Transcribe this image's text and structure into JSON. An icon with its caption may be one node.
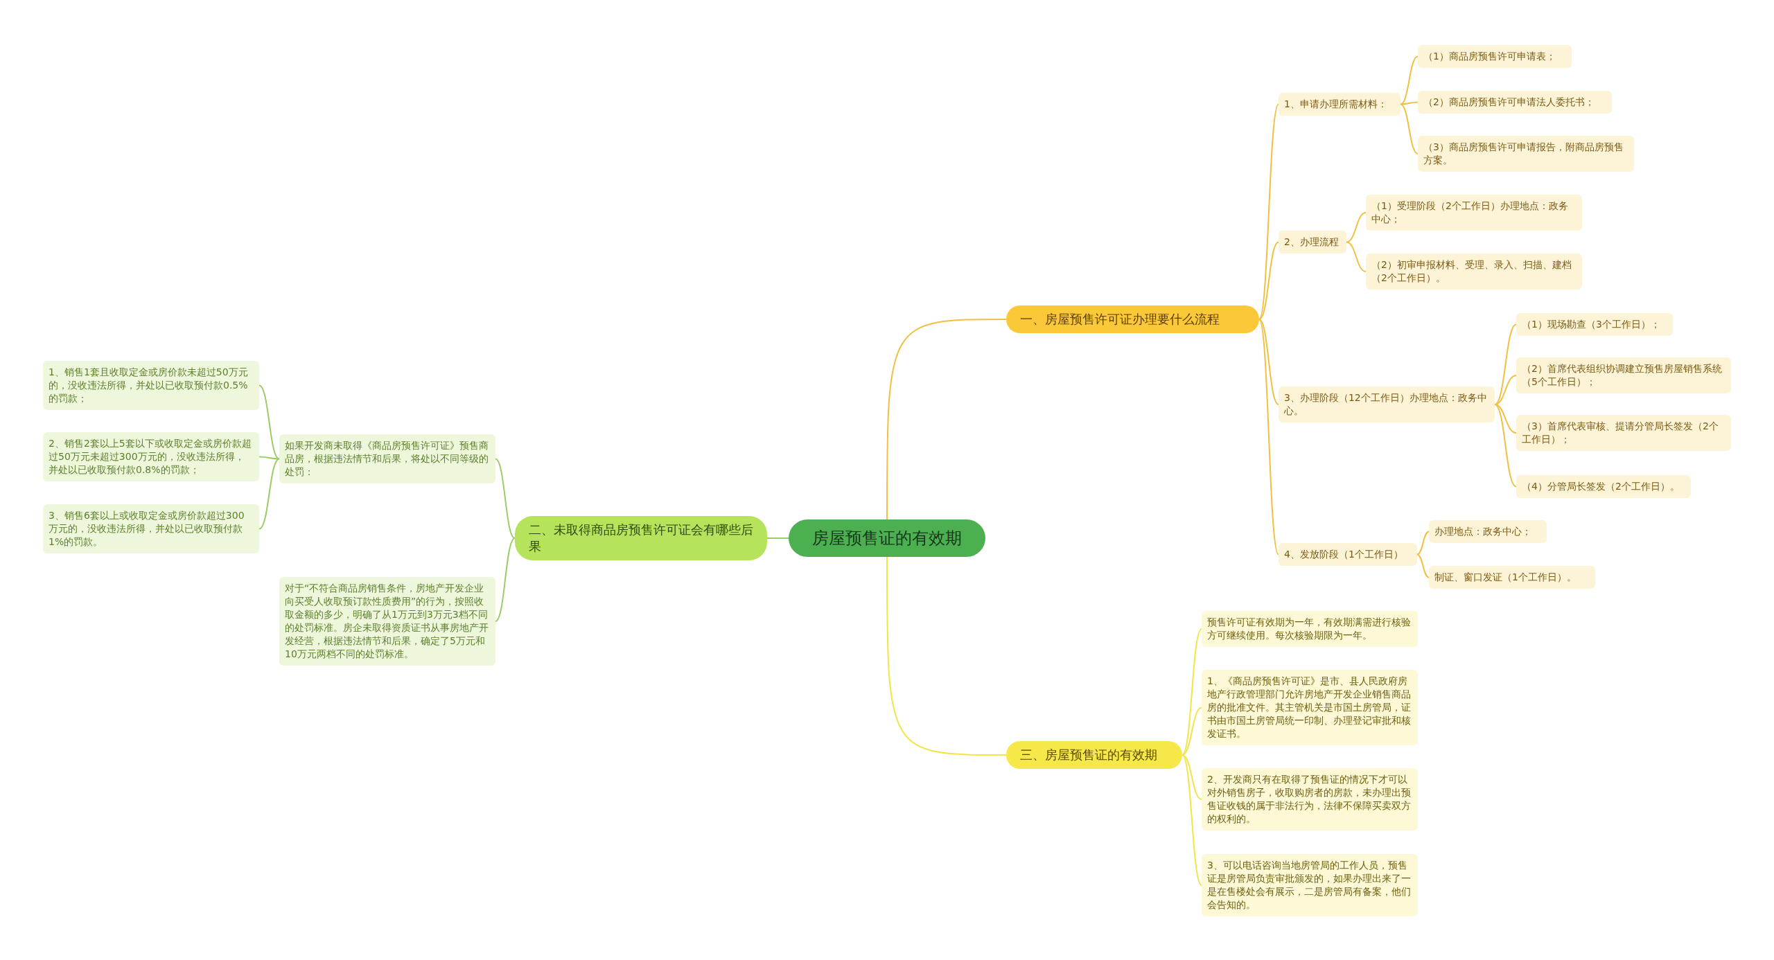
{
  "diagram": {
    "nodes": [
      {
        "text": [
          "房屋预售证的有效期"
        ]
      },
      {
        "text": [
          "一、房屋预售许可证办理要什么流程"
        ]
      },
      {
        "text": [
          "1、申请办理所需材料："
        ]
      },
      {
        "text": [
          "（1）商品房预售许可申请表；"
        ]
      },
      {
        "text": [
          "（2）商品房预售许可申请法人委托书；"
        ]
      },
      {
        "text": [
          "（3）商品房预售许可申请报告，附商品房预售方案。"
        ]
      },
      {
        "text": [
          "2、办理流程"
        ]
      },
      {
        "text": [
          "（1）受理阶段（2个工作日）办理地点：政务中心；"
        ]
      },
      {
        "text": [
          "（2）初审申报材料、受理、录入、扫描、建档（2个工作日）。"
        ]
      },
      {
        "text": [
          "3、办理阶段（12个工作日）办理地点：政务中心。"
        ]
      },
      {
        "text": [
          "（1）现场勘查（3个工作日）；"
        ]
      },
      {
        "text": [
          "（2）首席代表组织协调建立预售房屋销售系统（5个工作日）；"
        ]
      },
      {
        "text": [
          "（3）首席代表审核、提请分管局长签发（2个工作日）；"
        ]
      },
      {
        "text": [
          "（4）分管局长签发（2个工作日）。"
        ]
      },
      {
        "text": [
          "4、发放阶段（1个工作日）"
        ]
      },
      {
        "text": [
          "办理地点：政务中心；"
        ]
      },
      {
        "text": [
          "制证、窗口发证（1个工作日）。"
        ]
      },
      {
        "text": [
          "二、未取得商品房预售许可证会有哪些后果"
        ]
      },
      {
        "text": [
          "如果开发商未取得《商品房预售许可证》预售商品房，根据违法情节和后果，将处以不同等级的处罚："
        ]
      },
      {
        "text": [
          "1、销售1套且收取定金或房价款未超过50万元的，没收违法所得，并处以已收取预付款0.5%的罚款；"
        ]
      },
      {
        "text": [
          "2、销售2套以上5套以下或收取定金或房价款超过50万元未超过300万元的，没收违法所得，并处以已收取预付款0.8%的罚款；"
        ]
      },
      {
        "text": [
          "3、销售6套以上或收取定金或房价款超过300万元的，没收违法所得，并处以已收取预付款1%的罚款。"
        ]
      },
      {
        "text": [
          "对于“不符合商品房销售条件，房地产开发企业向买受人收取预订款性质费用”的行为，按照收取金额的多少，明确了从1万元到3万元3档不同的处罚标准。房企未取得资质证书从事房地产开发经营，根据违法情节和后果，确定了5万元和10万元两档不同的处罚标准。"
        ]
      },
      {
        "text": [
          "三、房屋预售证的有效期"
        ]
      },
      {
        "text": [
          "预售许可证有效期为一年，有效期满需进行核验方可继续使用。每次核验期限为一年。"
        ]
      },
      {
        "text": [
          "1、《商品房预售许可证》是市、县人民政府房地产行政管理部门允许房地产开发企业销售商品房的批准文件。其主管机关是市国土房管局，证书由市国土房管局统一印制、办理登记审批和核发证书。"
        ]
      },
      {
        "text": [
          "2、开发商只有在取得了预售证的情况下才可以对外销售房子，收取购房者的房款，未办理出预售证收钱的属于非法行为，法律不保障买卖双方的权利的。"
        ]
      },
      {
        "text": [
          "3、可以电话咨询当地房管局的工作人员，预售证是房管局负责审批颁发的，如果办理出来了一是在售楼处会有展示，二是房管局有备案，他们会告知的。"
        ]
      }
    ],
    "edges": [
      {
        "from": 0,
        "to": 1,
        "arrow": "none"
      },
      {
        "from": 1,
        "to": 2,
        "arrow": "none"
      },
      {
        "from": 2,
        "to": 3,
        "arrow": "none"
      },
      {
        "from": 2,
        "to": 4,
        "arrow": "none"
      },
      {
        "from": 2,
        "to": 5,
        "arrow": "none"
      },
      {
        "from": 1,
        "to": 6,
        "arrow": "none"
      },
      {
        "from": 6,
        "to": 7,
        "arrow": "none"
      },
      {
        "from": 6,
        "to": 8,
        "arrow": "none"
      },
      {
        "from": 1,
        "to": 9,
        "arrow": "none"
      },
      {
        "from": 9,
        "to": 10,
        "arrow": "none"
      },
      {
        "from": 9,
        "to": 11,
        "arrow": "none"
      },
      {
        "from": 9,
        "to": 12,
        "arrow": "none"
      },
      {
        "from": 9,
        "to": 13,
        "arrow": "none"
      },
      {
        "from": 1,
        "to": 14,
        "arrow": "none"
      },
      {
        "from": 14,
        "to": 15,
        "arrow": "none"
      },
      {
        "from": 14,
        "to": 16,
        "arrow": "none"
      },
      {
        "from": 0,
        "to": 17,
        "arrow": "none",
        "color": "#9ccc65"
      },
      {
        "from": 17,
        "to": 18,
        "arrow": "none",
        "color": "#9ccc65"
      },
      {
        "from": 18,
        "to": 19,
        "arrow": "none",
        "color": "#9ccc65"
      },
      {
        "from": 18,
        "to": 20,
        "arrow": "none",
        "color": "#9ccc65"
      },
      {
        "from": 18,
        "to": 21,
        "arrow": "none",
        "color": "#9ccc65"
      },
      {
        "from": 17,
        "to": 22,
        "arrow": "none",
        "color": "#9ccc65"
      },
      {
        "from": 0,
        "to": 23,
        "arrow": "none",
        "color": "#f2e447"
      },
      {
        "from": 23,
        "to": 24,
        "arrow": "none",
        "color": "#f2e447"
      },
      {
        "from": 23,
        "to": 25,
        "arrow": "none",
        "color": "#f2e447"
      },
      {
        "from": 23,
        "to": 26,
        "arrow": "none",
        "color": "#f2e447"
      },
      {
        "from": 23,
        "to": 27,
        "arrow": "none",
        "color": "#f2e447"
      }
    ]
  }
}
